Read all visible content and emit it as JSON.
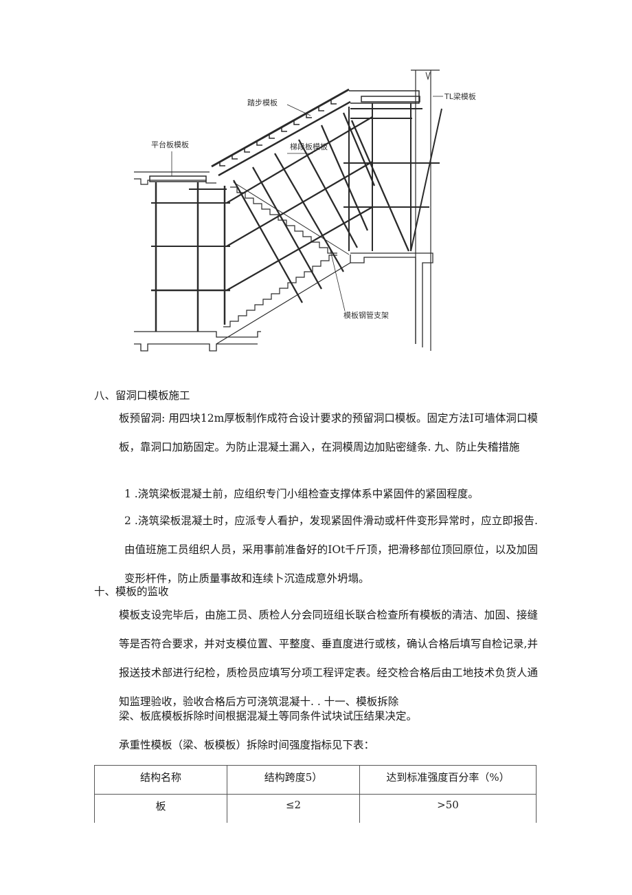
{
  "figure": {
    "labels": {
      "tread_formwork": "踏步模板",
      "platform_formwork": "平台板模板",
      "stair_slab_formwork": "梯段板模板",
      "tl_beam_formwork": "TL梁模板",
      "steel_tube_support": "模板钢管支架"
    }
  },
  "sections": {
    "s8_title": "八、留洞口模板施工",
    "s8_body": "板预留洞: 用四块12m厚板制作成符合设计要求的预留洞口模板。固定方法I可墙体洞口模板，靠洞口加筋固定。为防止混凝土漏入，在洞模周边加贴密缝条. 九、防止失稽措施",
    "s9_item1": "1  .浇筑梁板混凝土前，应组织专门小组检查支撑体系中紧固件的紧固程度。",
    "s9_item2": "2  .浇筑梁板混凝土时，应派专人看护，发现紧固件滑动或杆件变形异常时，应立即报告. 由值班施工员组织人员，采用事前准备好的IOt千斤顶，把滑移部位顶回原位，以及加固变形杆件，防止质量事故和连续卜沉造成意外坍塌。",
    "s10_title": "十、模板的监收",
    "s10_body": "模板支设完毕后，由施工员、质检人分会同班组长联合检查所有模板的清洁、加固、接缝等是否符合要求，并对支模位置、平整度、垂直度进行或核，确认合格后填写自检记录,并报送技术部进行纪检，质检员应填写分项工程评定表。经交检合格后由工地技术负货人通知监理验收，验收合格后方可浇筑混凝十. . 十一、模板拆除",
    "s11_p1": "梁、板底模板拆除时间根据混凝土等同条件试块试压结果决定。",
    "s11_p2": "承重性模板（梁、板模板）拆除时间强度指标见下表："
  },
  "table": {
    "headers": [
      "结构名称",
      "结构跨度5）",
      "达到标准强度百分率（%）"
    ],
    "rows": [
      [
        "板",
        "≤2",
        ">50"
      ]
    ]
  }
}
